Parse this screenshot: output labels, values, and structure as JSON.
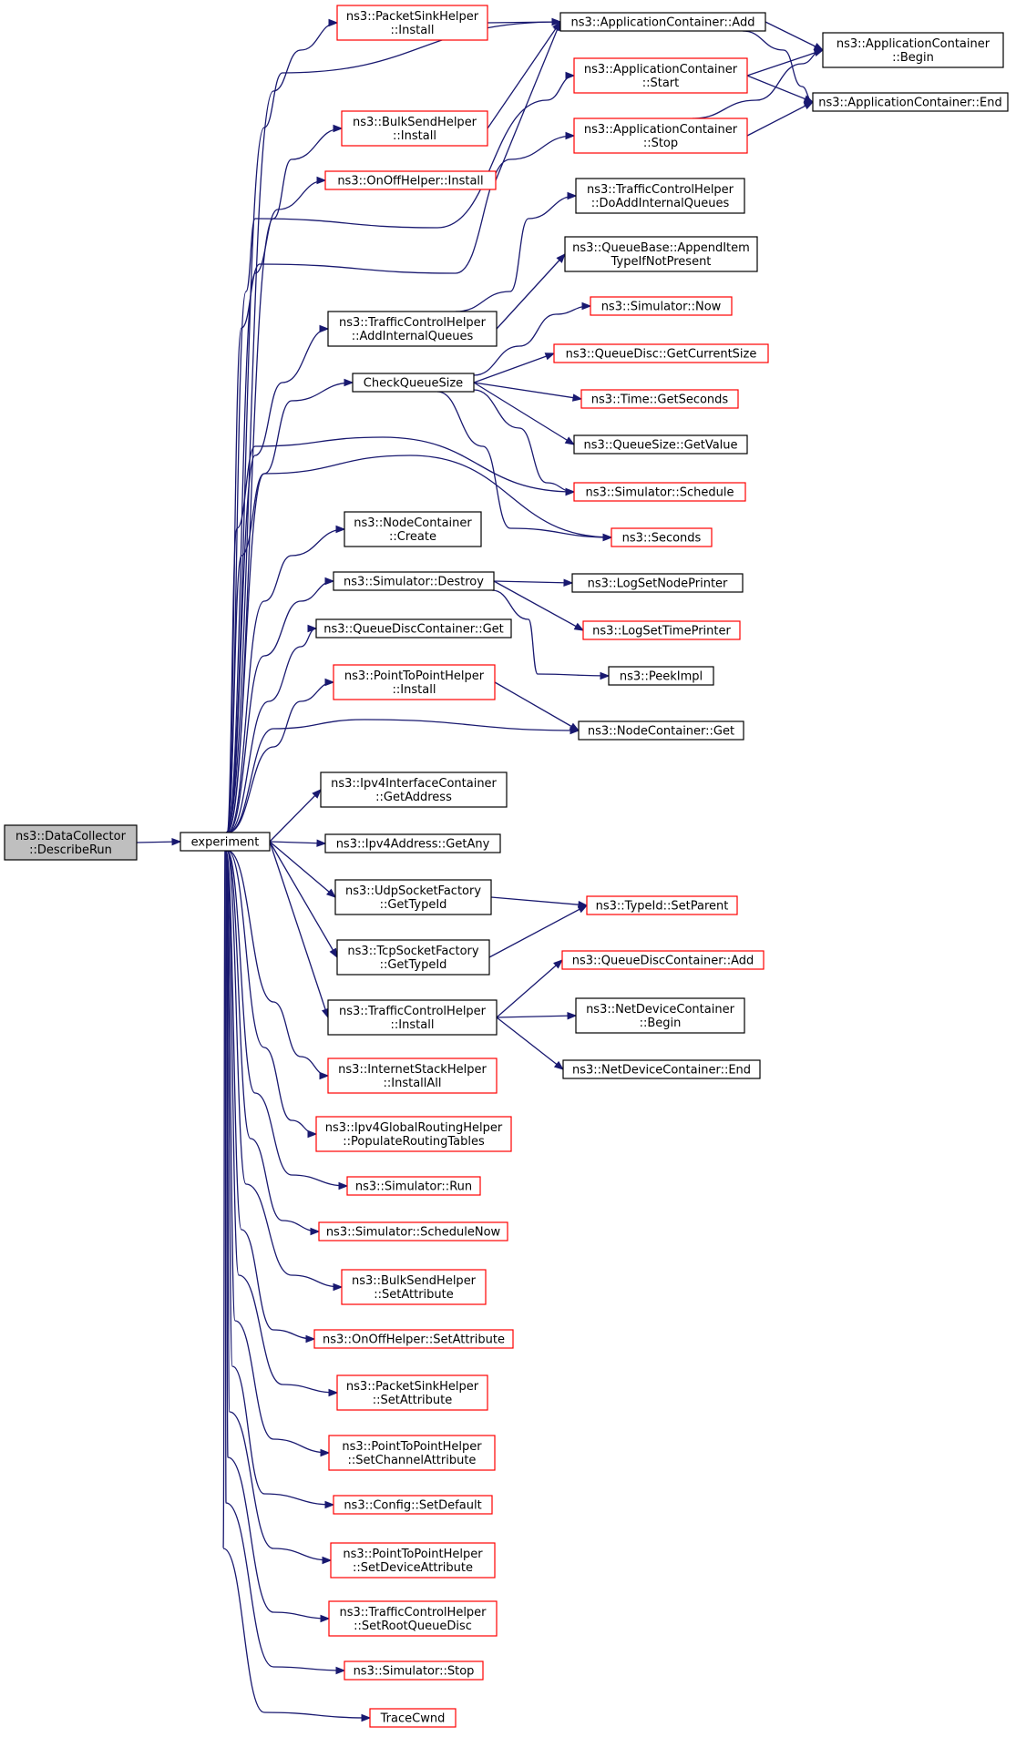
{
  "diagram": {
    "type": "call-graph",
    "colors": {
      "edge": "#191970",
      "border_undocumented": "#ff0000",
      "border_documented": "#000000",
      "root_fill": "#bfbfbf",
      "node_fill": "#ffffff"
    },
    "nodes": [
      {
        "id": "root",
        "lines": [
          "ns3::DataCollector",
          "::DescribeRun"
        ],
        "style": "root"
      },
      {
        "id": "experiment",
        "lines": [
          "experiment"
        ],
        "style": "black"
      },
      {
        "id": "psh_install",
        "lines": [
          "ns3::PacketSinkHelper",
          "::Install"
        ],
        "style": "red"
      },
      {
        "id": "bsh_install",
        "lines": [
          "ns3::BulkSendHelper",
          "::Install"
        ],
        "style": "red"
      },
      {
        "id": "onoff_install",
        "lines": [
          "ns3::OnOffHelper::Install"
        ],
        "style": "red"
      },
      {
        "id": "tch_aiq",
        "lines": [
          "ns3::TrafficControlHelper",
          "::AddInternalQueues"
        ],
        "style": "black"
      },
      {
        "id": "cqs",
        "lines": [
          "CheckQueueSize"
        ],
        "style": "black"
      },
      {
        "id": "nc_create",
        "lines": [
          "ns3::NodeContainer",
          "::Create"
        ],
        "style": "black"
      },
      {
        "id": "sim_destroy",
        "lines": [
          "ns3::Simulator::Destroy"
        ],
        "style": "black"
      },
      {
        "id": "qdc_get",
        "lines": [
          "ns3::QueueDiscContainer::Get"
        ],
        "style": "black"
      },
      {
        "id": "p2p_install",
        "lines": [
          "ns3::PointToPointHelper",
          "::Install"
        ],
        "style": "red"
      },
      {
        "id": "ipv4ic_getaddr",
        "lines": [
          "ns3::Ipv4InterfaceContainer",
          "::GetAddress"
        ],
        "style": "black"
      },
      {
        "id": "ipv4addr_getany",
        "lines": [
          "ns3::Ipv4Address::GetAny"
        ],
        "style": "black"
      },
      {
        "id": "udp_typeid",
        "lines": [
          "ns3::UdpSocketFactory",
          "::GetTypeId"
        ],
        "style": "black"
      },
      {
        "id": "tcp_typeid",
        "lines": [
          "ns3::TcpSocketFactory",
          "::GetTypeId"
        ],
        "style": "black"
      },
      {
        "id": "tch_install",
        "lines": [
          "ns3::TrafficControlHelper",
          "::Install"
        ],
        "style": "black"
      },
      {
        "id": "ish_installall",
        "lines": [
          "ns3::InternetStackHelper",
          "::InstallAll"
        ],
        "style": "red"
      },
      {
        "id": "ipv4grh_prt",
        "lines": [
          "ns3::Ipv4GlobalRoutingHelper",
          "::PopulateRoutingTables"
        ],
        "style": "red"
      },
      {
        "id": "sim_run",
        "lines": [
          "ns3::Simulator::Run"
        ],
        "style": "red"
      },
      {
        "id": "sim_schednow",
        "lines": [
          "ns3::Simulator::ScheduleNow"
        ],
        "style": "red"
      },
      {
        "id": "bsh_setattr",
        "lines": [
          "ns3::BulkSendHelper",
          "::SetAttribute"
        ],
        "style": "red"
      },
      {
        "id": "onoff_setattr",
        "lines": [
          "ns3::OnOffHelper::SetAttribute"
        ],
        "style": "red"
      },
      {
        "id": "psh_setattr",
        "lines": [
          "ns3::PacketSinkHelper",
          "::SetAttribute"
        ],
        "style": "red"
      },
      {
        "id": "p2p_setchan",
        "lines": [
          "ns3::PointToPointHelper",
          "::SetChannelAttribute"
        ],
        "style": "red"
      },
      {
        "id": "config_setdefault",
        "lines": [
          "ns3::Config::SetDefault"
        ],
        "style": "red"
      },
      {
        "id": "p2p_setdev",
        "lines": [
          "ns3::PointToPointHelper",
          "::SetDeviceAttribute"
        ],
        "style": "red"
      },
      {
        "id": "tch_setroot",
        "lines": [
          "ns3::TrafficControlHelper",
          "::SetRootQueueDisc"
        ],
        "style": "red"
      },
      {
        "id": "sim_stop",
        "lines": [
          "ns3::Simulator::Stop"
        ],
        "style": "red"
      },
      {
        "id": "tracecwnd",
        "lines": [
          "TraceCwnd"
        ],
        "style": "red"
      },
      {
        "id": "ac_add",
        "lines": [
          "ns3::ApplicationContainer::Add"
        ],
        "style": "black"
      },
      {
        "id": "ac_start",
        "lines": [
          "ns3::ApplicationContainer",
          "::Start"
        ],
        "style": "red"
      },
      {
        "id": "ac_stop",
        "lines": [
          "ns3::ApplicationContainer",
          "::Stop"
        ],
        "style": "red"
      },
      {
        "id": "tch_daiq",
        "lines": [
          "ns3::TrafficControlHelper",
          "::DoAddInternalQueues"
        ],
        "style": "black"
      },
      {
        "id": "qb_append",
        "lines": [
          "ns3::QueueBase::AppendItem",
          "TypeIfNotPresent"
        ],
        "style": "black"
      },
      {
        "id": "sim_now",
        "lines": [
          "ns3::Simulator::Now"
        ],
        "style": "red"
      },
      {
        "id": "qd_getcur",
        "lines": [
          "ns3::QueueDisc::GetCurrentSize"
        ],
        "style": "red"
      },
      {
        "id": "time_getsec",
        "lines": [
          "ns3::Time::GetSeconds"
        ],
        "style": "red"
      },
      {
        "id": "qs_getval",
        "lines": [
          "ns3::QueueSize::GetValue"
        ],
        "style": "black"
      },
      {
        "id": "sim_schedule",
        "lines": [
          "ns3::Simulator::Schedule"
        ],
        "style": "red"
      },
      {
        "id": "seconds",
        "lines": [
          "ns3::Seconds"
        ],
        "style": "red"
      },
      {
        "id": "logsetnode",
        "lines": [
          "ns3::LogSetNodePrinter"
        ],
        "style": "black"
      },
      {
        "id": "logsettime",
        "lines": [
          "ns3::LogSetTimePrinter"
        ],
        "style": "red"
      },
      {
        "id": "peekimpl",
        "lines": [
          "ns3::PeekImpl"
        ],
        "style": "black"
      },
      {
        "id": "nc_get",
        "lines": [
          "ns3::NodeContainer::Get"
        ],
        "style": "black"
      },
      {
        "id": "typeid_setparent",
        "lines": [
          "ns3::TypeId::SetParent"
        ],
        "style": "red"
      },
      {
        "id": "qdc_add",
        "lines": [
          "ns3::QueueDiscContainer::Add"
        ],
        "style": "red"
      },
      {
        "id": "ndc_begin",
        "lines": [
          "ns3::NetDeviceContainer",
          "::Begin"
        ],
        "style": "black"
      },
      {
        "id": "ndc_end",
        "lines": [
          "ns3::NetDeviceContainer::End"
        ],
        "style": "black"
      },
      {
        "id": "ac_begin",
        "lines": [
          "ns3::ApplicationContainer",
          "::Begin"
        ],
        "style": "black"
      },
      {
        "id": "ac_end",
        "lines": [
          "ns3::ApplicationContainer::End"
        ],
        "style": "black"
      }
    ],
    "edges": [
      [
        "root",
        "experiment"
      ],
      [
        "experiment",
        "psh_install"
      ],
      [
        "experiment",
        "ac_add"
      ],
      [
        "experiment",
        "bsh_install"
      ],
      [
        "experiment",
        "onoff_install"
      ],
      [
        "experiment",
        "ac_start"
      ],
      [
        "experiment",
        "ac_stop"
      ],
      [
        "experiment",
        "tch_aiq"
      ],
      [
        "experiment",
        "cqs"
      ],
      [
        "experiment",
        "sim_schedule"
      ],
      [
        "experiment",
        "seconds"
      ],
      [
        "experiment",
        "nc_create"
      ],
      [
        "experiment",
        "sim_destroy"
      ],
      [
        "experiment",
        "qdc_get"
      ],
      [
        "experiment",
        "p2p_install"
      ],
      [
        "experiment",
        "nc_get"
      ],
      [
        "experiment",
        "ipv4ic_getaddr"
      ],
      [
        "experiment",
        "ipv4addr_getany"
      ],
      [
        "experiment",
        "udp_typeid"
      ],
      [
        "experiment",
        "tcp_typeid"
      ],
      [
        "experiment",
        "tch_install"
      ],
      [
        "experiment",
        "ish_installall"
      ],
      [
        "experiment",
        "ipv4grh_prt"
      ],
      [
        "experiment",
        "sim_run"
      ],
      [
        "experiment",
        "sim_schednow"
      ],
      [
        "experiment",
        "bsh_setattr"
      ],
      [
        "experiment",
        "onoff_setattr"
      ],
      [
        "experiment",
        "psh_setattr"
      ],
      [
        "experiment",
        "p2p_setchan"
      ],
      [
        "experiment",
        "config_setdefault"
      ],
      [
        "experiment",
        "p2p_setdev"
      ],
      [
        "experiment",
        "tch_setroot"
      ],
      [
        "experiment",
        "sim_stop"
      ],
      [
        "experiment",
        "tracecwnd"
      ],
      [
        "psh_install",
        "ac_add"
      ],
      [
        "bsh_install",
        "ac_add"
      ],
      [
        "onoff_install",
        "ac_add"
      ],
      [
        "ac_add",
        "ac_begin"
      ],
      [
        "ac_add",
        "ac_end"
      ],
      [
        "ac_start",
        "ac_begin"
      ],
      [
        "ac_start",
        "ac_end"
      ],
      [
        "ac_stop",
        "ac_begin"
      ],
      [
        "ac_stop",
        "ac_end"
      ],
      [
        "tch_aiq",
        "tch_daiq"
      ],
      [
        "tch_aiq",
        "qb_append"
      ],
      [
        "cqs",
        "sim_now"
      ],
      [
        "cqs",
        "qd_getcur"
      ],
      [
        "cqs",
        "time_getsec"
      ],
      [
        "cqs",
        "qs_getval"
      ],
      [
        "cqs",
        "sim_schedule"
      ],
      [
        "cqs",
        "seconds"
      ],
      [
        "sim_destroy",
        "logsetnode"
      ],
      [
        "sim_destroy",
        "logsettime"
      ],
      [
        "sim_destroy",
        "peekimpl"
      ],
      [
        "p2p_install",
        "nc_get"
      ],
      [
        "udp_typeid",
        "typeid_setparent"
      ],
      [
        "tcp_typeid",
        "typeid_setparent"
      ],
      [
        "tch_install",
        "qdc_add"
      ],
      [
        "tch_install",
        "ndc_begin"
      ],
      [
        "tch_install",
        "ndc_end"
      ]
    ]
  }
}
